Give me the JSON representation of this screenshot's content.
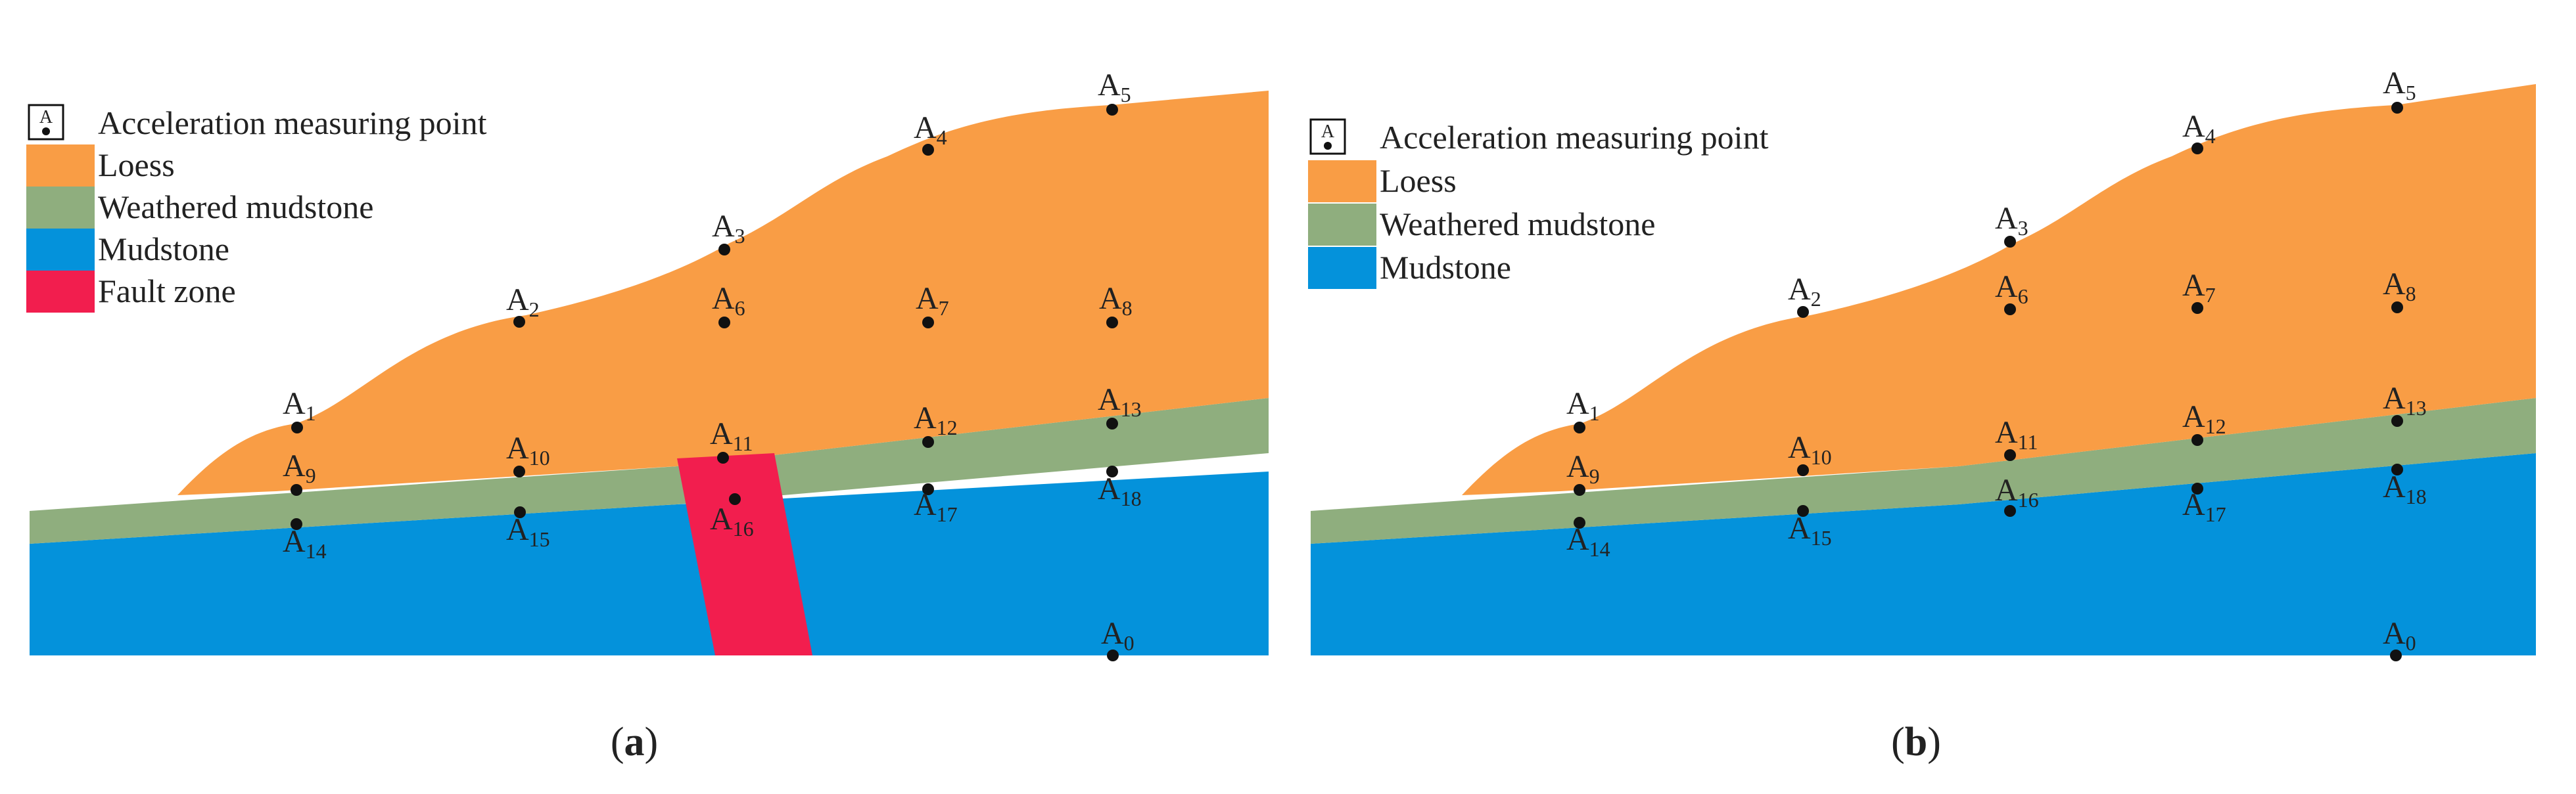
{
  "legend": {
    "point_box_letter": "A",
    "items": [
      {
        "id": "measuring-point",
        "label": "Acceleration measuring point"
      },
      {
        "id": "loess",
        "label": "Loess",
        "color": "#F99D45"
      },
      {
        "id": "weathered-mudstone",
        "label": "Weathered mudstone",
        "color": "#8FAE7E"
      },
      {
        "id": "mudstone",
        "label": "Mudstone",
        "color": "#0492DB"
      },
      {
        "id": "fault-zone",
        "label": "Fault zone",
        "color": "#F21E4E"
      }
    ]
  },
  "colors": {
    "loess": "#F99D45",
    "weathered_mudstone": "#8FAE7E",
    "mudstone": "#0492DB",
    "fault_zone": "#F21E4E",
    "point": "#111111"
  },
  "panels": [
    {
      "id": "a",
      "caption_open": "(",
      "caption_letter": "a",
      "caption_close": ")",
      "has_fault": true
    },
    {
      "id": "b",
      "caption_open": "(",
      "caption_letter": "b",
      "caption_close": ")",
      "has_fault": false
    }
  ],
  "points": [
    {
      "name": "A",
      "sub": "0"
    },
    {
      "name": "A",
      "sub": "1"
    },
    {
      "name": "A",
      "sub": "2"
    },
    {
      "name": "A",
      "sub": "3"
    },
    {
      "name": "A",
      "sub": "4"
    },
    {
      "name": "A",
      "sub": "5"
    },
    {
      "name": "A",
      "sub": "6"
    },
    {
      "name": "A",
      "sub": "7"
    },
    {
      "name": "A",
      "sub": "8"
    },
    {
      "name": "A",
      "sub": "9"
    },
    {
      "name": "A",
      "sub": "10"
    },
    {
      "name": "A",
      "sub": "11"
    },
    {
      "name": "A",
      "sub": "12"
    },
    {
      "name": "A",
      "sub": "13"
    },
    {
      "name": "A",
      "sub": "14"
    },
    {
      "name": "A",
      "sub": "15"
    },
    {
      "name": "A",
      "sub": "16"
    },
    {
      "name": "A",
      "sub": "17"
    },
    {
      "name": "A",
      "sub": "18"
    }
  ]
}
